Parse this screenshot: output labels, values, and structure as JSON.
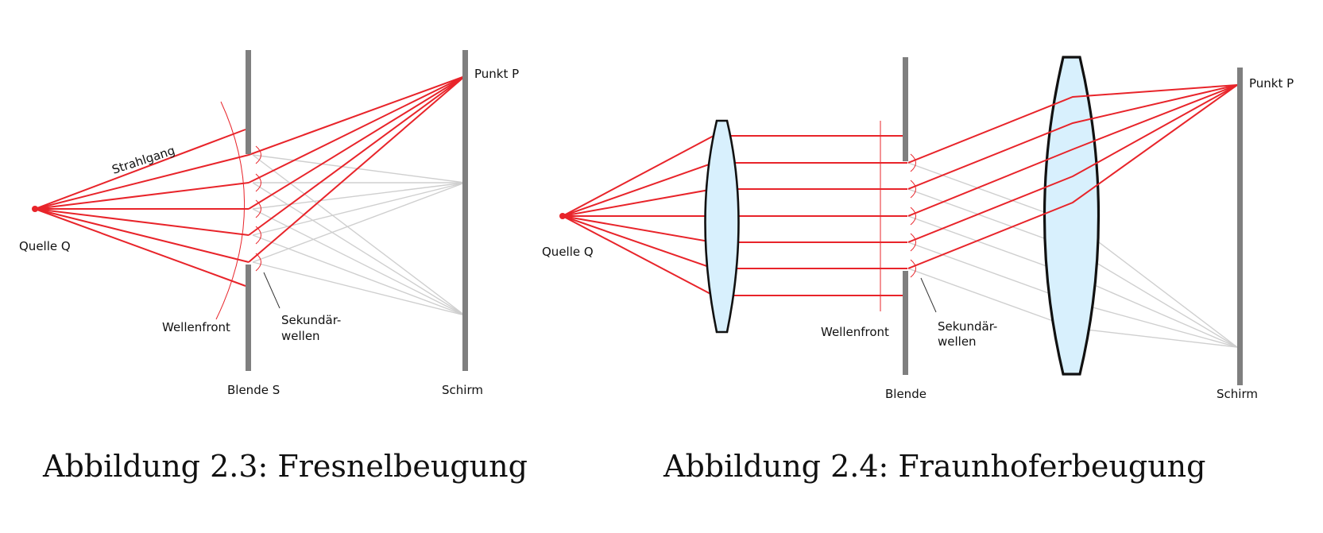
{
  "figures": [
    {
      "caption": "Abbildung 2.3: Fresnelbeugung",
      "labels": {
        "source": "Quelle Q",
        "ray_path": "Strahlgang",
        "point": "Punkt P",
        "wavefront": "Wellenfront",
        "secondary_1": "Sekundär-",
        "secondary_2": "wellen",
        "aperture": "Blende S",
        "screen": "Schirm"
      }
    },
    {
      "caption": "Abbildung 2.4: Fraunhoferbeugung",
      "labels": {
        "source": "Quelle Q",
        "point": "Punkt P",
        "wavefront": "Wellenfront",
        "secondary_1": "Sekundär-",
        "secondary_2": "wellen",
        "aperture": "Blende",
        "screen": "Schirm"
      }
    }
  ],
  "colors": {
    "ray": "#e8242a",
    "diffracted": "#cfcfcf",
    "barrier": "#7f7f7f",
    "lens_fill": "#d8f0fd"
  }
}
